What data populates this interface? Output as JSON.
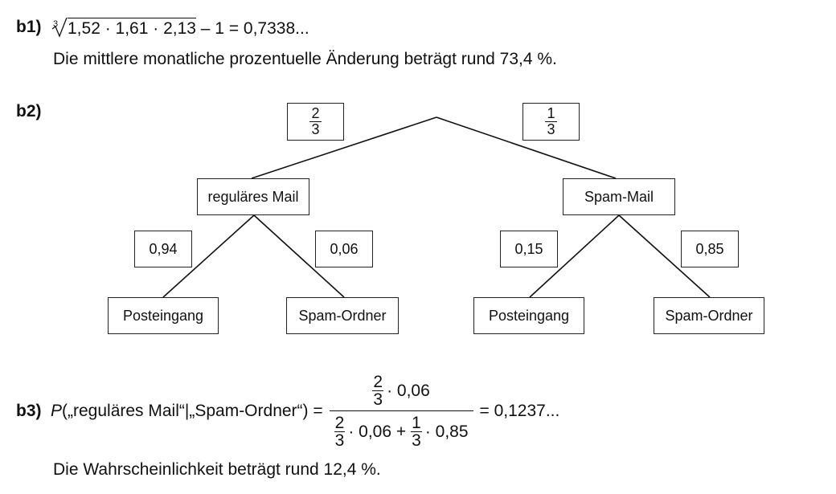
{
  "b1": {
    "label": "b1)",
    "root_index": "3",
    "radicand": "1,52 · 1,61 · 2,13",
    "rest": " – 1 = 0,7338...",
    "sentence": "Die mittlere monatliche prozentuelle Änderung beträgt rund 73,4 %."
  },
  "b2": {
    "label": "b2)",
    "top_left_prob": {
      "num": "2",
      "den": "3"
    },
    "top_right_prob": {
      "num": "1",
      "den": "3"
    },
    "node_left": "reguläres Mail",
    "node_right": "Spam-Mail",
    "prob_ll": "0,94",
    "prob_lr": "0,06",
    "prob_rl": "0,15",
    "prob_rr": "0,85",
    "leaf_1": "Posteingang",
    "leaf_2": "Spam-Ordner",
    "leaf_3": "Posteingang",
    "leaf_4": "Spam-Ordner"
  },
  "b3": {
    "label": "b3)",
    "lhs_p": "P",
    "lhs_args": "(„reguläres Mail“|„Spam-Ordner“) =",
    "frac_two": "2",
    "frac_three": "3",
    "frac_one": "1",
    "times_006": "· 0,06",
    "times_006_plus": "· 0,06 +",
    "times_085": "· 0,85",
    "result": "= 0,1237...",
    "sentence": "Die Wahrscheinlichkeit beträgt rund 12,4 %."
  }
}
